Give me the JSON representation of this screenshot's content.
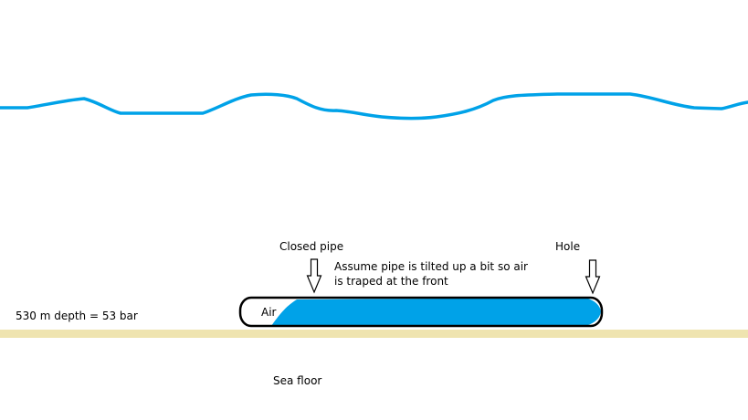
{
  "labels": {
    "closed_pipe": "Closed pipe",
    "hole": "Hole",
    "note_line1": "Assume pipe is tilted up a bit so air",
    "note_line2": "is traped at the front",
    "depth": "530 m depth = 53 bar",
    "air": "Air",
    "sea_floor": "Sea floor"
  },
  "colors": {
    "water": "#00a2e8",
    "sea_floor": "#efe4b0",
    "outline": "#000000",
    "background": "#ffffff"
  },
  "icons": {
    "closed_pipe_arrow": "down-arrow-icon",
    "hole_arrow": "down-arrow-icon"
  }
}
